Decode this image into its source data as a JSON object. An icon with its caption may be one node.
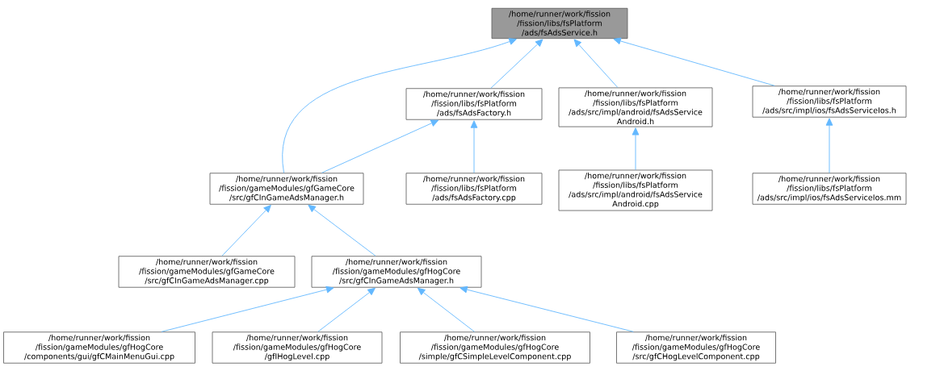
{
  "diagram": {
    "nodes": [
      {
        "text": [
          "/home/runner/work/fission /fission/libs/fsPlatform /ads/fsAdsService.h"
        ]
      },
      {
        "text": [
          "/home/runner/work/fission /fission/libs/fsPlatform /ads/fsAdsFactory.h"
        ]
      },
      {
        "text": [
          "/home/runner/work/fission /fission/libs/fsPlatform /ads/src/impl/android/fsAdsService Android.h"
        ]
      },
      {
        "text": [
          "/home/runner/work/fission /fission/libs/fsPlatform /ads/src/impl/ios/fsAdsServiceIos.h"
        ]
      },
      {
        "text": [
          "/home/runner/work/fission /fission/gameModules/gfGameCore /src/gfCInGameAdsManager.h"
        ]
      },
      {
        "text": [
          "/home/runner/work/fission /fission/libs/fsPlatform /ads/fsAdsFactory.cpp"
        ]
      },
      {
        "text": [
          "/home/runner/work/fission /fission/libs/fsPlatform /ads/src/impl/android/fsAdsService Android.cpp"
        ]
      },
      {
        "text": [
          "/home/runner/work/fission /fission/libs/fsPlatform /ads/src/impl/ios/fsAdsServiceIos.mm"
        ]
      },
      {
        "text": [
          "/home/runner/work/fission /fission/gameModules/gfGameCore /src/gfCInGameAdsManager.cpp"
        ]
      },
      {
        "text": [
          "/home/runner/work/fission /fission/gameModules/gfHogCore /src/gfCInGameAdsManager.h"
        ]
      },
      {
        "text": [
          "/home/runner/work/fission /fission/gameModules/gfHogCore /components/gui/gfCMainMenuGui.cpp"
        ]
      },
      {
        "text": [
          "/home/runner/work/fission /fission/gameModules/gfHogCore /gfIHogLevel.cpp"
        ]
      },
      {
        "text": [
          "/home/runner/work/fission /fission/gameModules/gfHogCore /simple/gfCSimpleLevelComponent.cpp"
        ]
      },
      {
        "text": [
          "/home/runner/work/fission /fission/gameModules/gfHogCore /src/gfCHogLevelComponent.cpp"
        ]
      }
    ],
    "edges": [
      {
        "from": 1,
        "to": 0,
        "arrow": "to"
      },
      {
        "from": 2,
        "to": 0,
        "arrow": "to"
      },
      {
        "from": 3,
        "to": 0,
        "arrow": "to"
      },
      {
        "from": 4,
        "to": 0,
        "arrow": "to"
      },
      {
        "from": 4,
        "to": 1,
        "arrow": "to"
      },
      {
        "from": 5,
        "to": 1,
        "arrow": "to"
      },
      {
        "from": 6,
        "to": 2,
        "arrow": "to"
      },
      {
        "from": 7,
        "to": 3,
        "arrow": "to"
      },
      {
        "from": 8,
        "to": 4,
        "arrow": "to"
      },
      {
        "from": 9,
        "to": 4,
        "arrow": "to"
      },
      {
        "from": 10,
        "to": 9,
        "arrow": "to"
      },
      {
        "from": 11,
        "to": 9,
        "arrow": "to"
      },
      {
        "from": 12,
        "to": 9,
        "arrow": "to"
      },
      {
        "from": 13,
        "to": 9,
        "arrow": "to"
      }
    ]
  }
}
